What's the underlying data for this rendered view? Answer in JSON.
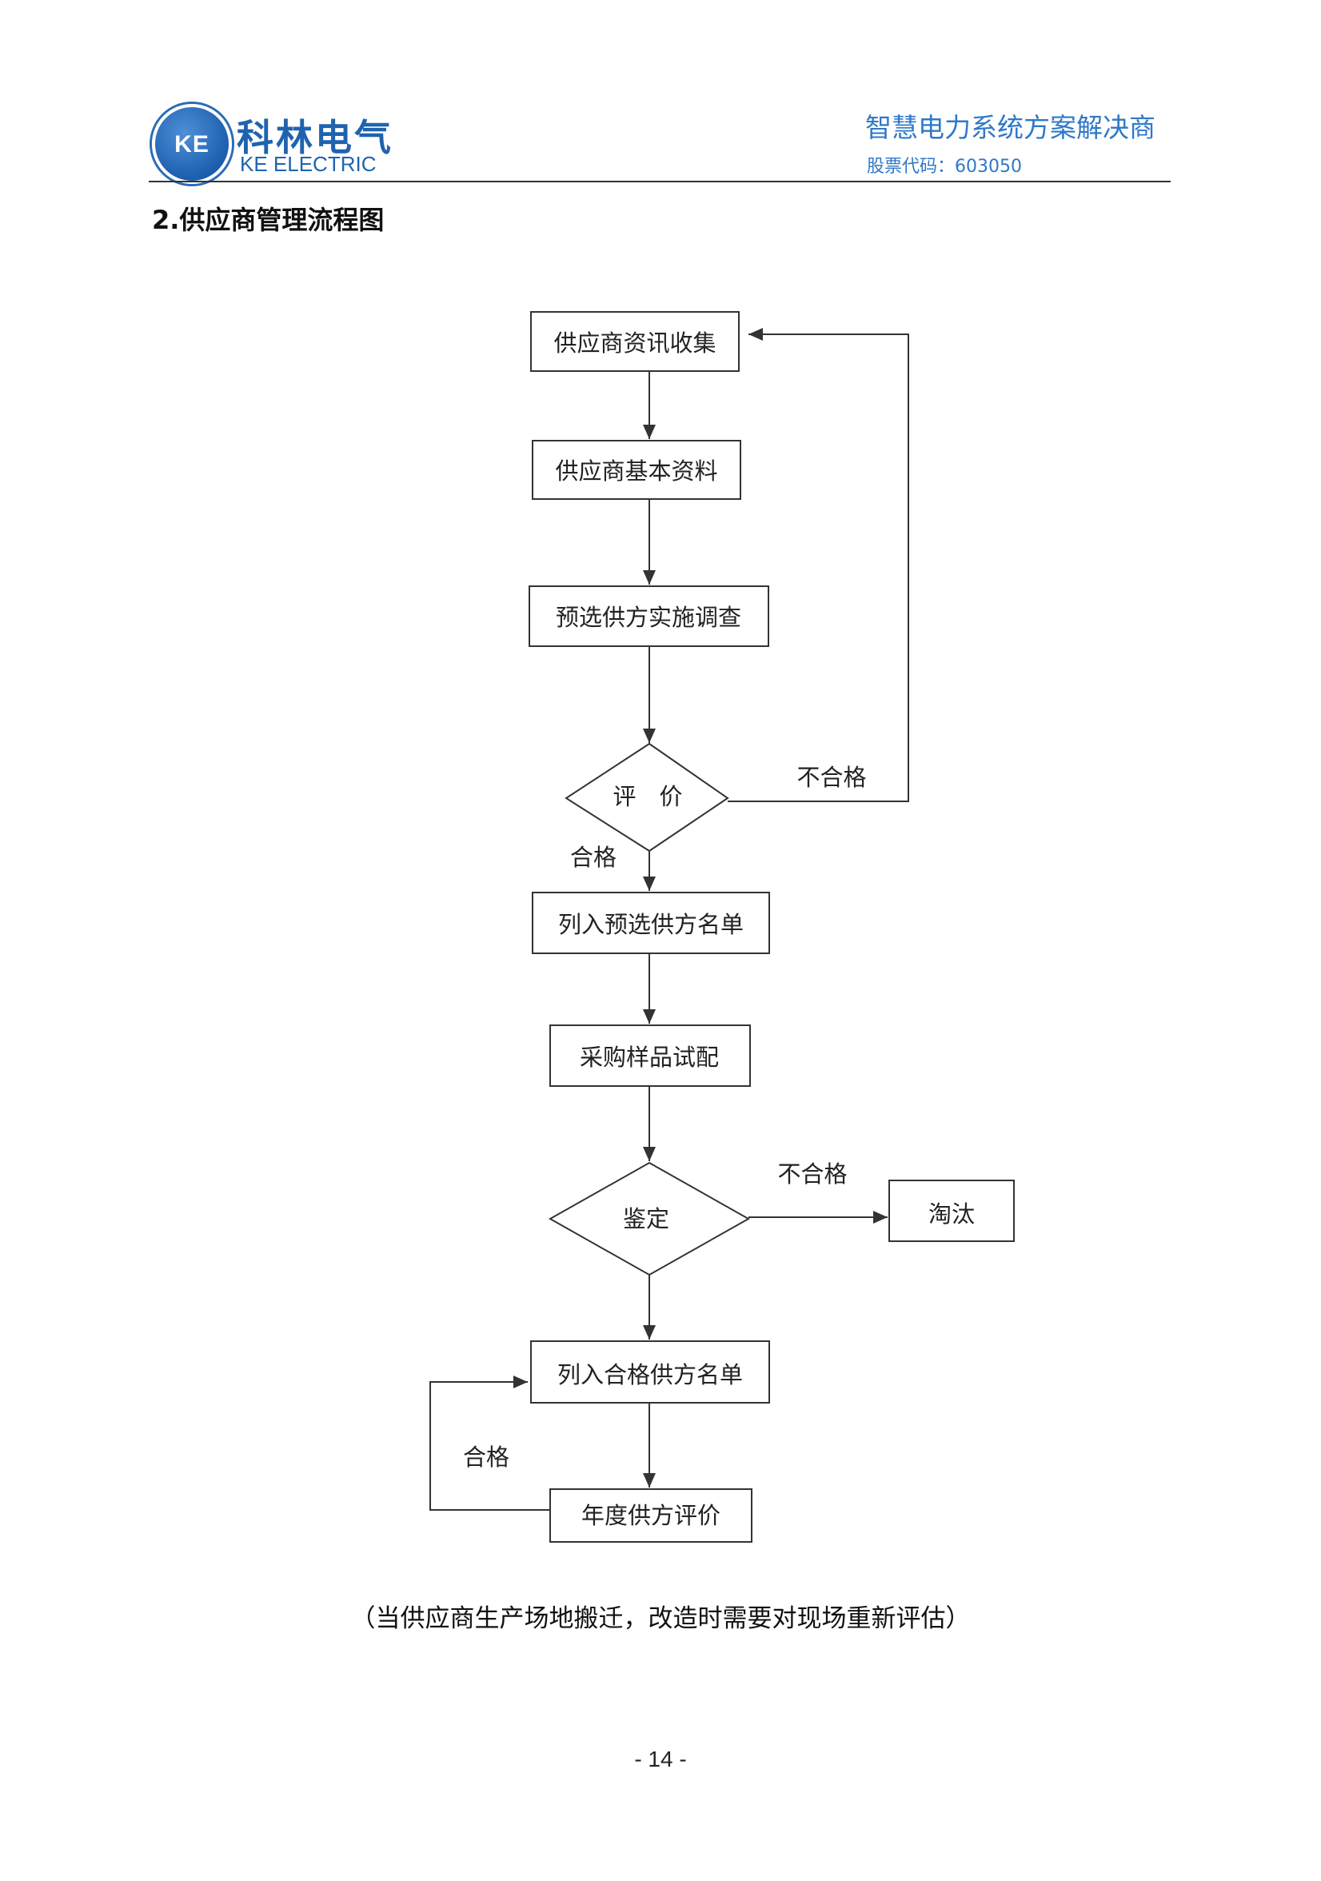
{
  "header": {
    "logo_text": "KE",
    "company_cn": "科林电气",
    "company_en": "KE ELECTRIC",
    "slogan": "智慧电力系统方案解决商",
    "stock_code": "股票代码：603050",
    "brand_color": "#1f63b0"
  },
  "section_title": "2.供应商管理流程图",
  "flowchart": {
    "nodes": {
      "collect": "供应商资讯收集",
      "basic": "供应商基本资料",
      "survey": "预选供方实施调查",
      "evaluate": "评　价",
      "preselect_list": "列入预选供方名单",
      "sample": "采购样品试配",
      "appraise": "鉴定",
      "eliminate": "淘汰",
      "qualified_list": "列入合格供方名单",
      "annual": "年度供方评价"
    },
    "edge_labels": {
      "evaluate_fail": "不合格",
      "evaluate_pass": "合格",
      "appraise_fail": "不合格",
      "annual_pass": "合格"
    }
  },
  "caption": "（当供应商生产场地搬迁，改造时需要对现场重新评估）",
  "page_number": "- 14 -"
}
